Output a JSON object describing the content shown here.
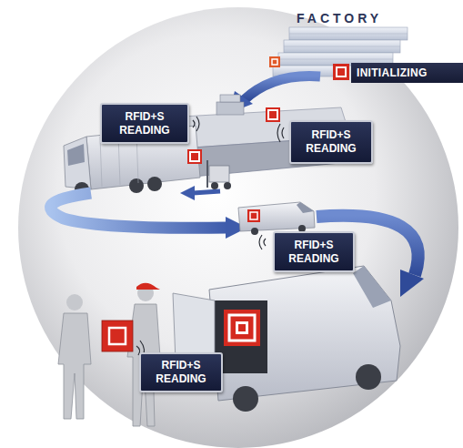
{
  "diagram": {
    "nodes": [
      {
        "text": [
          "INITIALIZING"
        ]
      },
      {
        "text": [
          "RFID+S READING"
        ]
      },
      {
        "text": [
          "RFID+S READING"
        ]
      },
      {
        "text": [
          "RFID+S READING"
        ]
      },
      {
        "text": [
          "RFID+S READING"
        ]
      }
    ],
    "labels": [
      "FACTORY"
    ]
  }
}
